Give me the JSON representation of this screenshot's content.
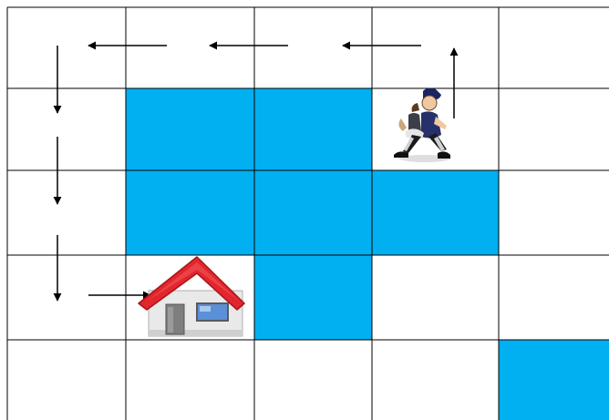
{
  "grid": {
    "rows": 5,
    "cols": 5,
    "grid_color": "#000000",
    "cell_color": "#ffffff",
    "wall_color": "#00b0f0",
    "wall_cells": [
      [
        1,
        1
      ],
      [
        1,
        2
      ],
      [
        2,
        1
      ],
      [
        2,
        2
      ],
      [
        2,
        3
      ],
      [
        3,
        2
      ],
      [
        4,
        4
      ]
    ]
  },
  "character": {
    "icon": "walking-man-icon",
    "row": 1,
    "col": 3
  },
  "house": {
    "icon": "house-icon",
    "row": 3,
    "col": 1,
    "roof_color": "#e2262d",
    "wall_color": "#e9e9e9",
    "window_color": "#5b8fd8"
  },
  "path": {
    "arrow_color": "#000000",
    "arrows": [
      {
        "direction": "up",
        "row": 1,
        "col": 3
      },
      {
        "direction": "left",
        "row": 0,
        "col": 3
      },
      {
        "direction": "left",
        "row": 0,
        "col": 2
      },
      {
        "direction": "left",
        "row": 0,
        "col": 1
      },
      {
        "direction": "down",
        "row": 0,
        "col": 0
      },
      {
        "direction": "down",
        "row": 1,
        "col": 0
      },
      {
        "direction": "down",
        "row": 2,
        "col": 0
      },
      {
        "direction": "right",
        "row": 3,
        "col": 0
      }
    ]
  }
}
